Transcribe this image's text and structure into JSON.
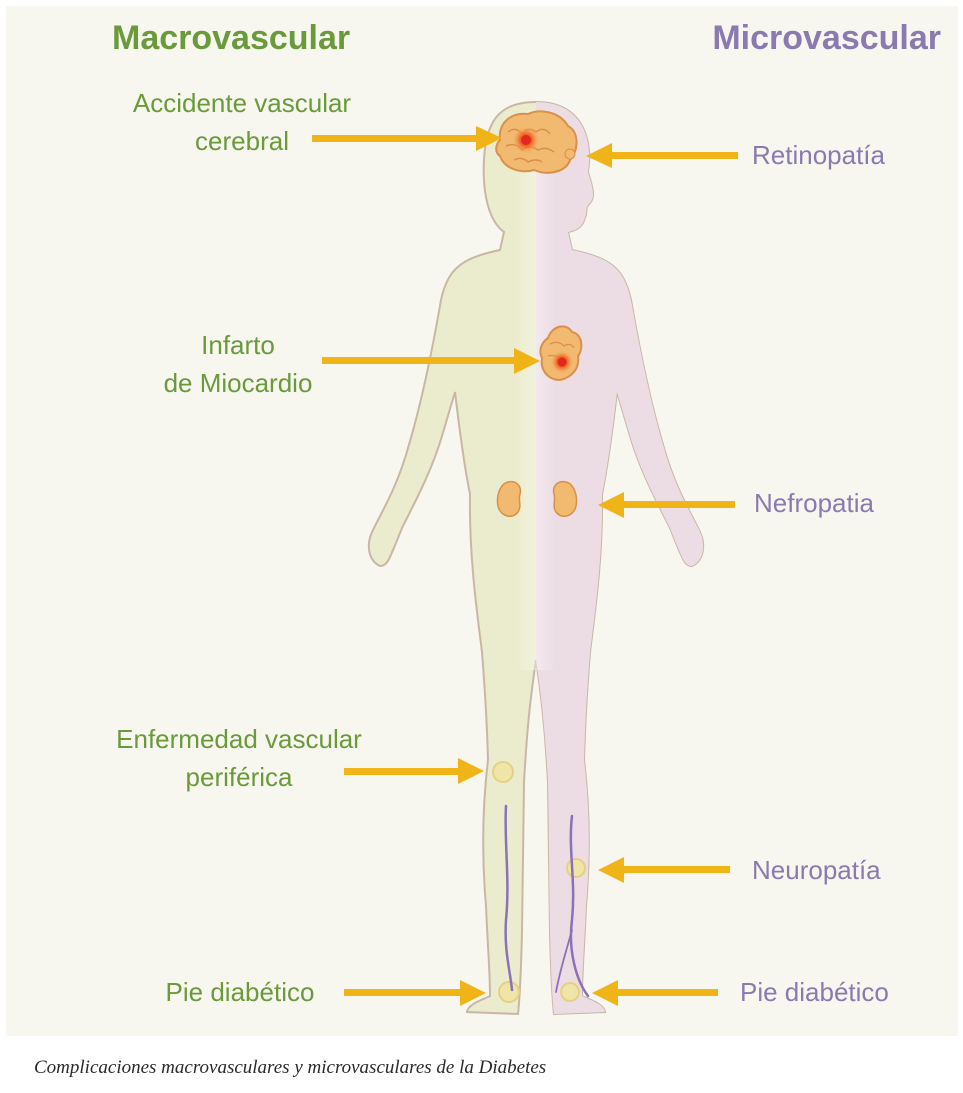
{
  "headings": {
    "macro": "Macrovascular",
    "micro": "Microvascular"
  },
  "macro_labels": {
    "acv": [
      "Accidente vascular",
      "cerebral"
    ],
    "infarto": [
      "Infarto",
      "de Miocardio"
    ],
    "evp": [
      "Enfermedad vascular",
      "periférica"
    ],
    "pie": [
      "Pie diabético"
    ]
  },
  "micro_labels": {
    "retino": "Retinopatía",
    "nefro": "Nefropatia",
    "neuro": "Neuropatía",
    "pie": "Pie diabético"
  },
  "caption": "Complicaciones macrovasculares y microvasculares de la Diabetes",
  "colors": {
    "macro_text": "#6a9a3a",
    "micro_text": "#8a7ab0",
    "arrow": "#f0b418",
    "body_left": "#ebeccd",
    "body_right": "#ecdde4",
    "body_outline": "#c9b7a6",
    "organ": "#f2b970",
    "organ_stroke": "#d8904a",
    "lesion": "#e3261f",
    "vein": "#8a72b8"
  }
}
